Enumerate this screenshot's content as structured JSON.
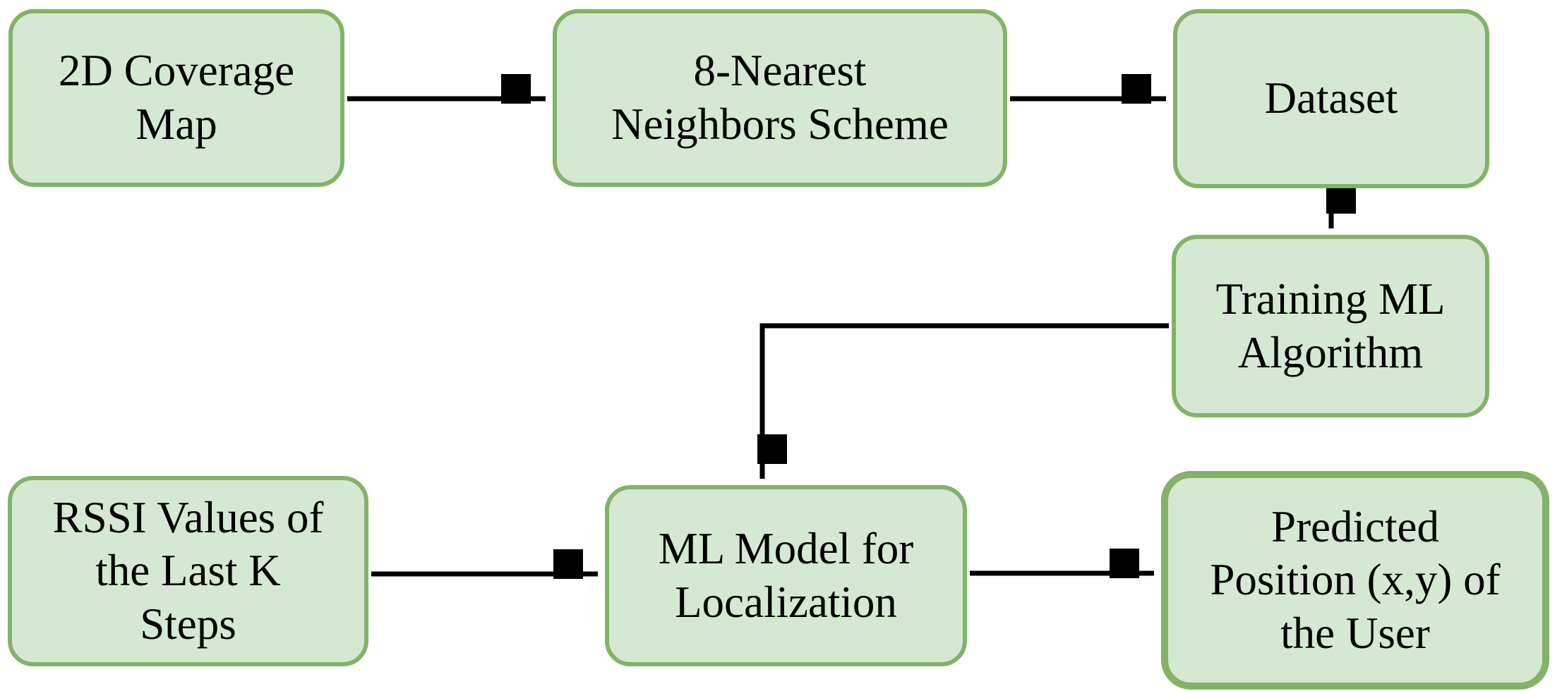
{
  "diagram": {
    "type": "flowchart",
    "background_color": "#ffffff",
    "node_fill_color": "#d5e8d4",
    "node_border_color": "#82b366",
    "arrow_color": "#000000",
    "nodes": [
      {
        "id": "coverage-map",
        "label": "2D Coverage\nMap"
      },
      {
        "id": "knn-scheme",
        "label": "8-Nearest\nNeighbors Scheme"
      },
      {
        "id": "dataset",
        "label": "Dataset"
      },
      {
        "id": "training-ml",
        "label": "Training ML\nAlgorithm"
      },
      {
        "id": "rssi-values",
        "label": "RSSI Values of\nthe Last K\nSteps"
      },
      {
        "id": "ml-model",
        "label": "ML Model for\nLocalization"
      },
      {
        "id": "predicted-position",
        "label": "Predicted\nPosition (x,y) of\nthe User"
      }
    ],
    "edges": [
      {
        "from": "coverage-map",
        "to": "knn-scheme"
      },
      {
        "from": "knn-scheme",
        "to": "dataset"
      },
      {
        "from": "dataset",
        "to": "training-ml"
      },
      {
        "from": "training-ml",
        "to": "ml-model"
      },
      {
        "from": "rssi-values",
        "to": "ml-model"
      },
      {
        "from": "ml-model",
        "to": "predicted-position"
      }
    ]
  }
}
